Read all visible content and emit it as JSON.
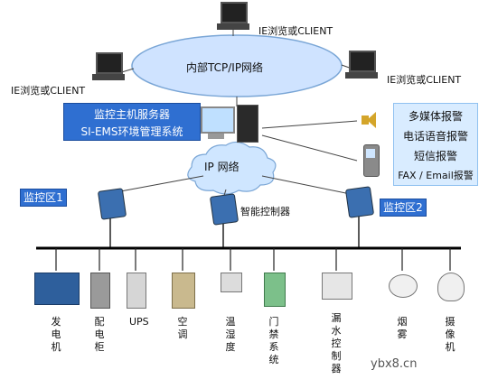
{
  "network": {
    "lan_label": "内部TCP/IP网络",
    "ip_label": "IP 网络"
  },
  "clients": [
    {
      "label": "IE浏览或CLIENT"
    },
    {
      "label": "IE浏览或CLIENT"
    },
    {
      "label": "IE浏览或CLIENT"
    }
  ],
  "server": {
    "line1": "监控主机服务器",
    "line2": "SI-EMS环境管理系统"
  },
  "alerts": [
    "多媒体报警",
    "电话语音报警",
    "短信报警",
    "FAX / Email报警"
  ],
  "zones": {
    "zone1": "监控区1",
    "zone2": "监控区2",
    "controller_label": "智能控制器"
  },
  "devices": [
    {
      "label": "发电机"
    },
    {
      "label": "配电柜"
    },
    {
      "label": "UPS"
    },
    {
      "label": "空调"
    },
    {
      "label": "温湿度"
    },
    {
      "label": "门禁系统"
    },
    {
      "label": "漏水控制器"
    },
    {
      "label": "烟雾"
    },
    {
      "label": "摄像机"
    }
  ],
  "watermark": "ybx8.cn",
  "colors": {
    "ellipse": "#d6e8ff",
    "blue_box": "#2f6fd1",
    "alert_box": "#d9ecff",
    "bus": "#000000"
  }
}
